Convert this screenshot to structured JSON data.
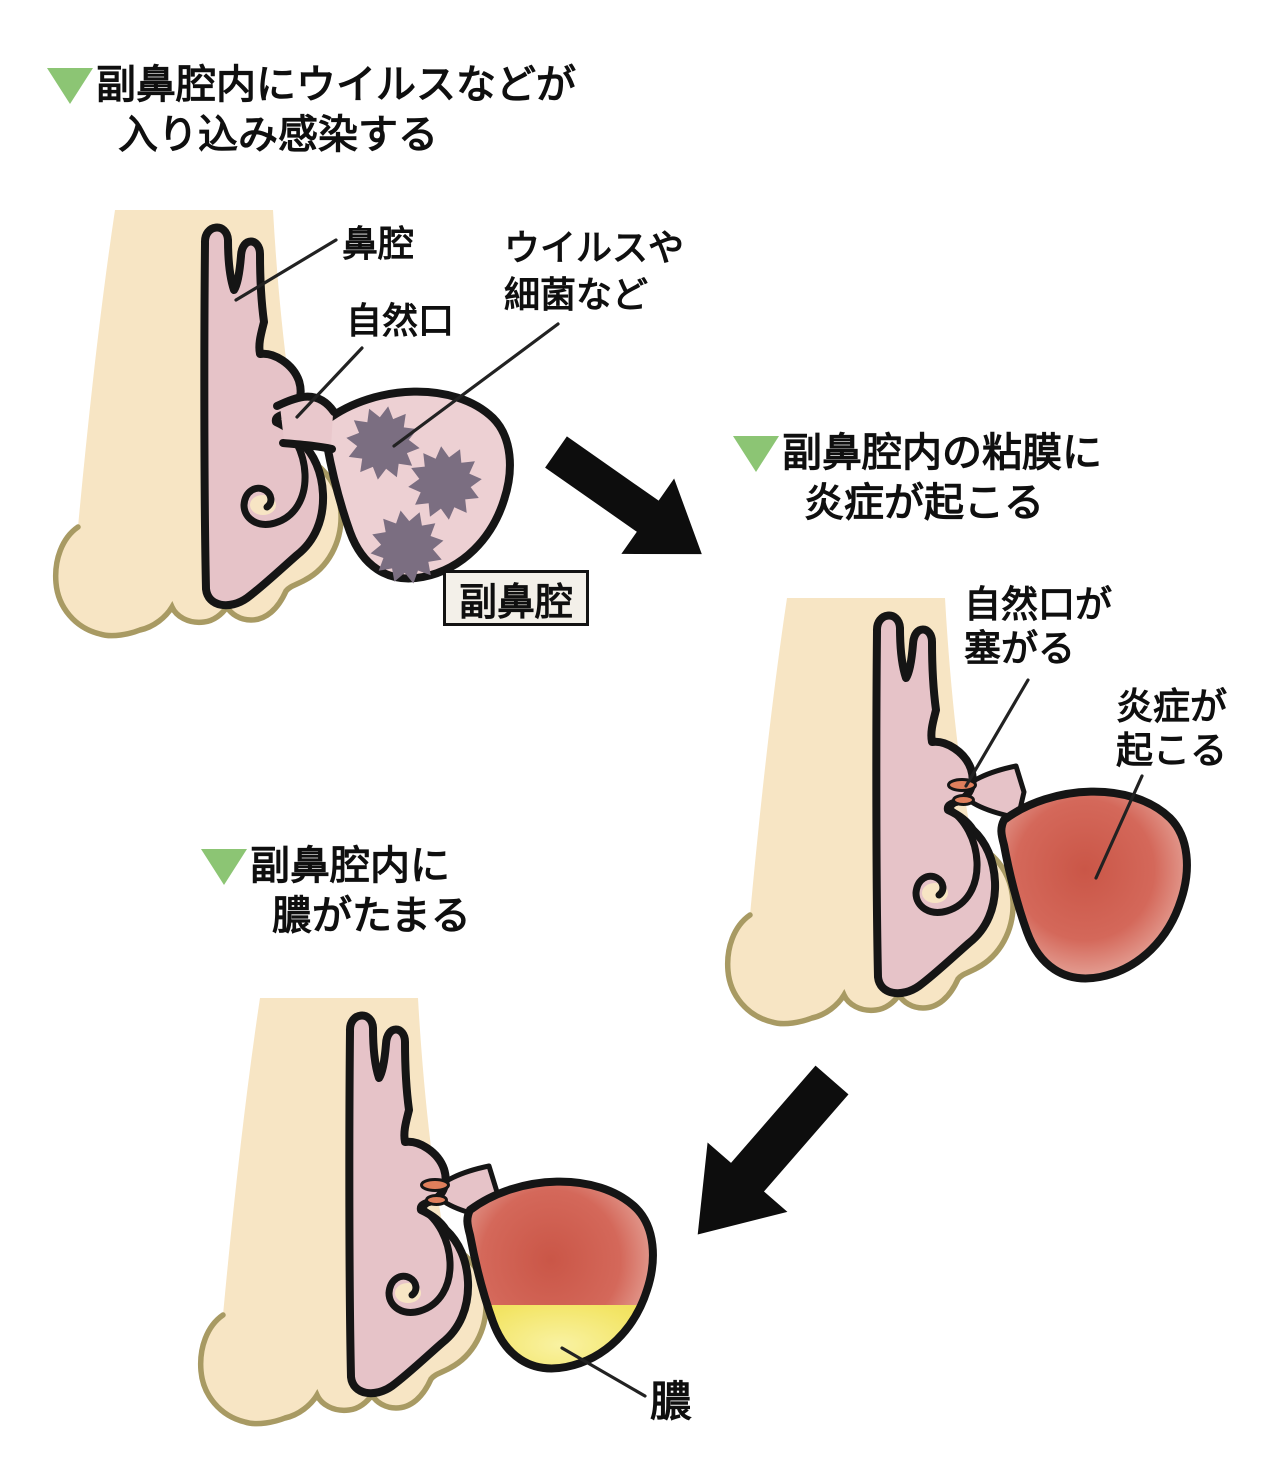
{
  "diagram": {
    "background": "#ffffff",
    "marker_icon": "green-triangle-down",
    "colors": {
      "marker_green": "#8cc574",
      "skin": "#f7e5c4",
      "skin_outline_olive": "#a89a63",
      "nasal_cavity_pink": "#e6c3c8",
      "sinus_pink": "#edd0d3",
      "virus_purple": "#7b6e81",
      "inflamed_red_center": "#ca5647",
      "inflamed_red_edge": "#ecbcb2",
      "pus_yellow": "#f3e567",
      "blocked_ostium_salmon": "#df7f5c",
      "outline_black": "#151515",
      "label_box_bg": "#f3f0e9",
      "arrow_black": "#0d0d0d"
    },
    "steps": [
      {
        "title_line1": "副鼻腔内にウイルスなどが",
        "title_line2": "入り込み感染する",
        "labels": {
          "nasal_cavity": "鼻腔",
          "ostium": "自然口",
          "virus_line1": "ウイルスや",
          "virus_line2": "細菌など",
          "sinus_box": "副鼻腔"
        }
      },
      {
        "title_line1": "副鼻腔内の粘膜に",
        "title_line2": "炎症が起こる",
        "labels": {
          "ostium_blocked_line1": "自然口が",
          "ostium_blocked_line2": "塞がる",
          "inflammation_line1": "炎症が",
          "inflammation_line2": "起こる"
        }
      },
      {
        "title_line1": "副鼻腔内に",
        "title_line2": "膿がたまる",
        "labels": {
          "pus": "膿"
        }
      }
    ]
  }
}
